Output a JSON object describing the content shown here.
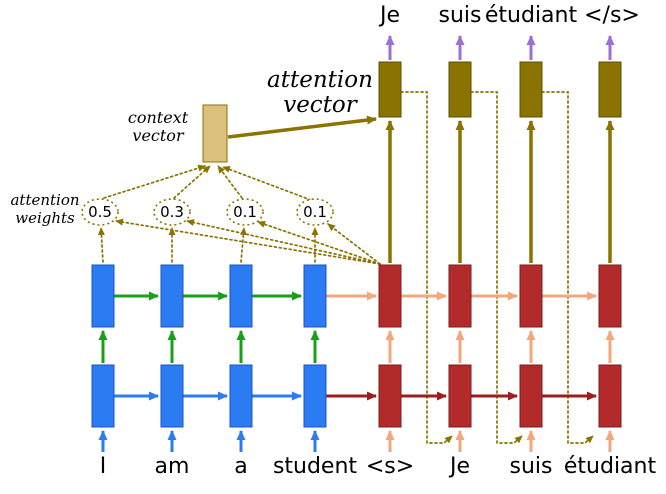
{
  "diagram": {
    "inputs": [
      "I",
      "am",
      "a",
      "student",
      "<s>",
      "Je",
      "suis",
      "étudiant"
    ],
    "outputs": [
      "Je",
      "suis",
      "étudiant",
      "</s>"
    ],
    "attention_weights": [
      "0.5",
      "0.3",
      "0.1",
      "0.1"
    ],
    "labels": {
      "attention_vector_line1": "attention",
      "attention_vector_line2": "vector",
      "context_vector_line1": "context",
      "context_vector_line2": "vector",
      "attention_weights_line1": "attention",
      "attention_weights_line2": "weights"
    },
    "colors": {
      "encoder": "#2b7bf3",
      "decoder": "#b22a2a",
      "green": "#18a018",
      "darkred": "#9d1c1c",
      "salmon": "#f2a87c",
      "olive": "#8a7300",
      "context": "#dbc07e",
      "purple": "#9b6fd6"
    }
  }
}
